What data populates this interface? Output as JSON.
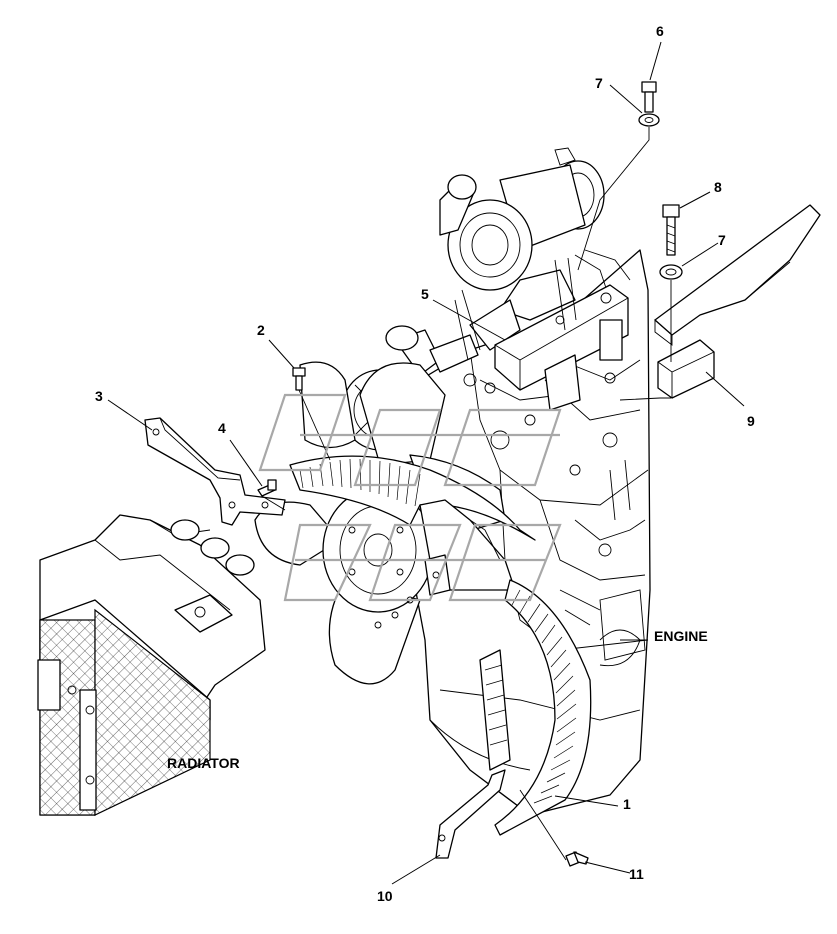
{
  "callouts": {
    "c1": "1",
    "c2": "2",
    "c3": "3",
    "c4": "4",
    "c5": "5",
    "c6": "6",
    "c7a": "7",
    "c7b": "7",
    "c8": "8",
    "c9": "9",
    "c10": "10",
    "c11": "11"
  },
  "labels": {
    "engine": "ENGINE",
    "radiator": "RADIATOR"
  },
  "colors": {
    "line": "#000000",
    "background": "#ffffff",
    "watermark": "#a8a8a8"
  }
}
